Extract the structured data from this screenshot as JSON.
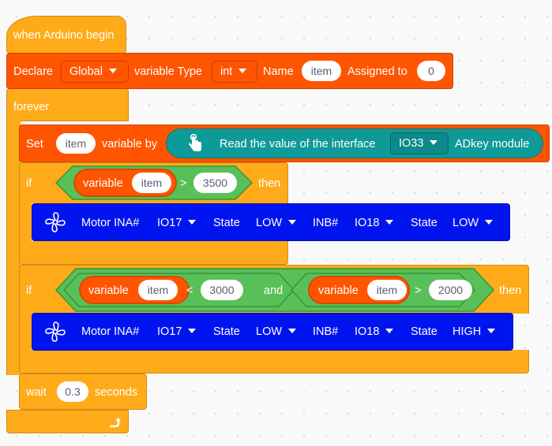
{
  "hat": {
    "label": "when Arduino begin"
  },
  "declare": {
    "label": "Declare",
    "scope": "Global",
    "type_label": "variable Type",
    "type": "int",
    "name_label": "Name",
    "name": "item",
    "assign_label": "Assigned to",
    "value": "0"
  },
  "forever": {
    "label": "forever"
  },
  "set": {
    "label": "Set",
    "var": "item",
    "by_label": "variable by",
    "read_label": "Read the value of the interface",
    "port": "IO33",
    "module": "ADkey module"
  },
  "if1": {
    "if_label": "if",
    "then_label": "then",
    "variable_label": "variable",
    "var": "item",
    "op": ">",
    "value": "3500",
    "motor": {
      "label": "Motor INA#",
      "ina": "IO17",
      "state_label": "State",
      "ina_state": "LOW",
      "inb_label": "INB#",
      "inb": "IO18",
      "inb_state": "LOW"
    }
  },
  "if2": {
    "if_label": "if",
    "then_label": "then",
    "and_label": "and",
    "left": {
      "variable_label": "variable",
      "var": "item",
      "op": "<",
      "value": "3000"
    },
    "right": {
      "variable_label": "variable",
      "var": "item",
      "op": ">",
      "value": "2000"
    },
    "motor": {
      "label": "Motor INA#",
      "ina": "IO17",
      "state_label": "State",
      "ina_state": "LOW",
      "inb_label": "INB#",
      "inb": "IO18",
      "inb_state": "HIGH"
    }
  },
  "wait": {
    "label": "wait",
    "value": "0.3",
    "unit": "seconds"
  },
  "icons": {
    "motor": "fan-icon",
    "sensor": "touch-hand-icon",
    "loop": "loop-arrow-icon",
    "dropdown": "caret-down-icon"
  },
  "colors": {
    "control": "#ffab19",
    "variable": "#ff5500",
    "motor": "#0014f0",
    "sensor": "#0e9a98",
    "operator": "#59c059"
  }
}
